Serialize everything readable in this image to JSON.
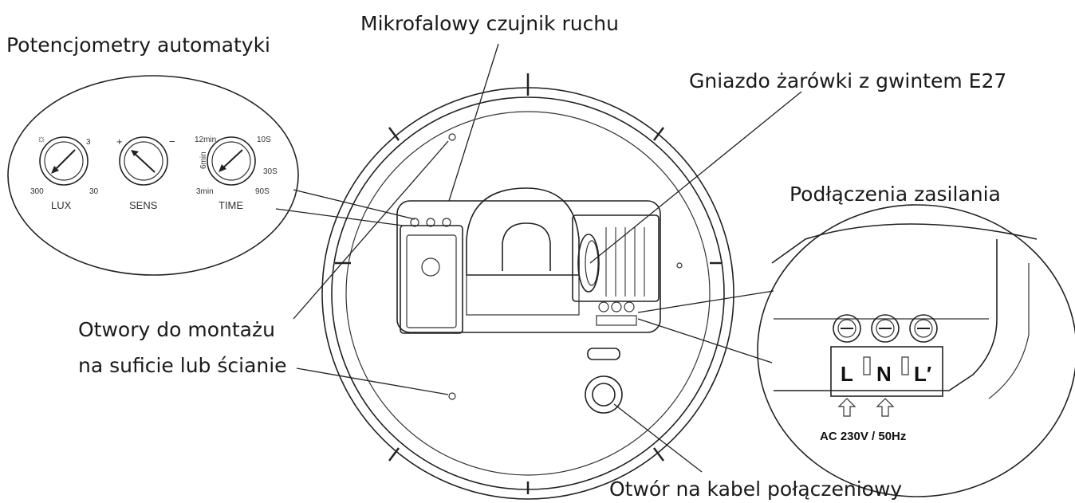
{
  "labels": {
    "potentiometers": "Potencjometry automatyki",
    "microwave_sensor": "Mikrofalowy czujnik ruchu",
    "bulb_socket": "Gniazdo żarówki z gwintem E27",
    "power_connections": "Podłączenia zasilania",
    "mounting_holes_line1": "Otwory do montażu",
    "mounting_holes_line2": "na suficie lub ścianie",
    "cable_hole": "Otwór na kabel połączeniowy"
  },
  "knobs": {
    "lux": {
      "name": "LUX",
      "min": "300",
      "max": "30",
      "top_right": "3"
    },
    "sens": {
      "name": "SENS",
      "plus": "+",
      "minus": "−"
    },
    "time": {
      "name": "TIME",
      "top_left": "12min",
      "top_right": "10S",
      "mid_left": "6min",
      "mid_right": "30S",
      "bottom_left": "3min",
      "bottom_right": "90S"
    }
  },
  "terminals": {
    "l": "L",
    "n": "N",
    "l_prime": "L′",
    "supply": "AC 230V / 50Hz"
  }
}
